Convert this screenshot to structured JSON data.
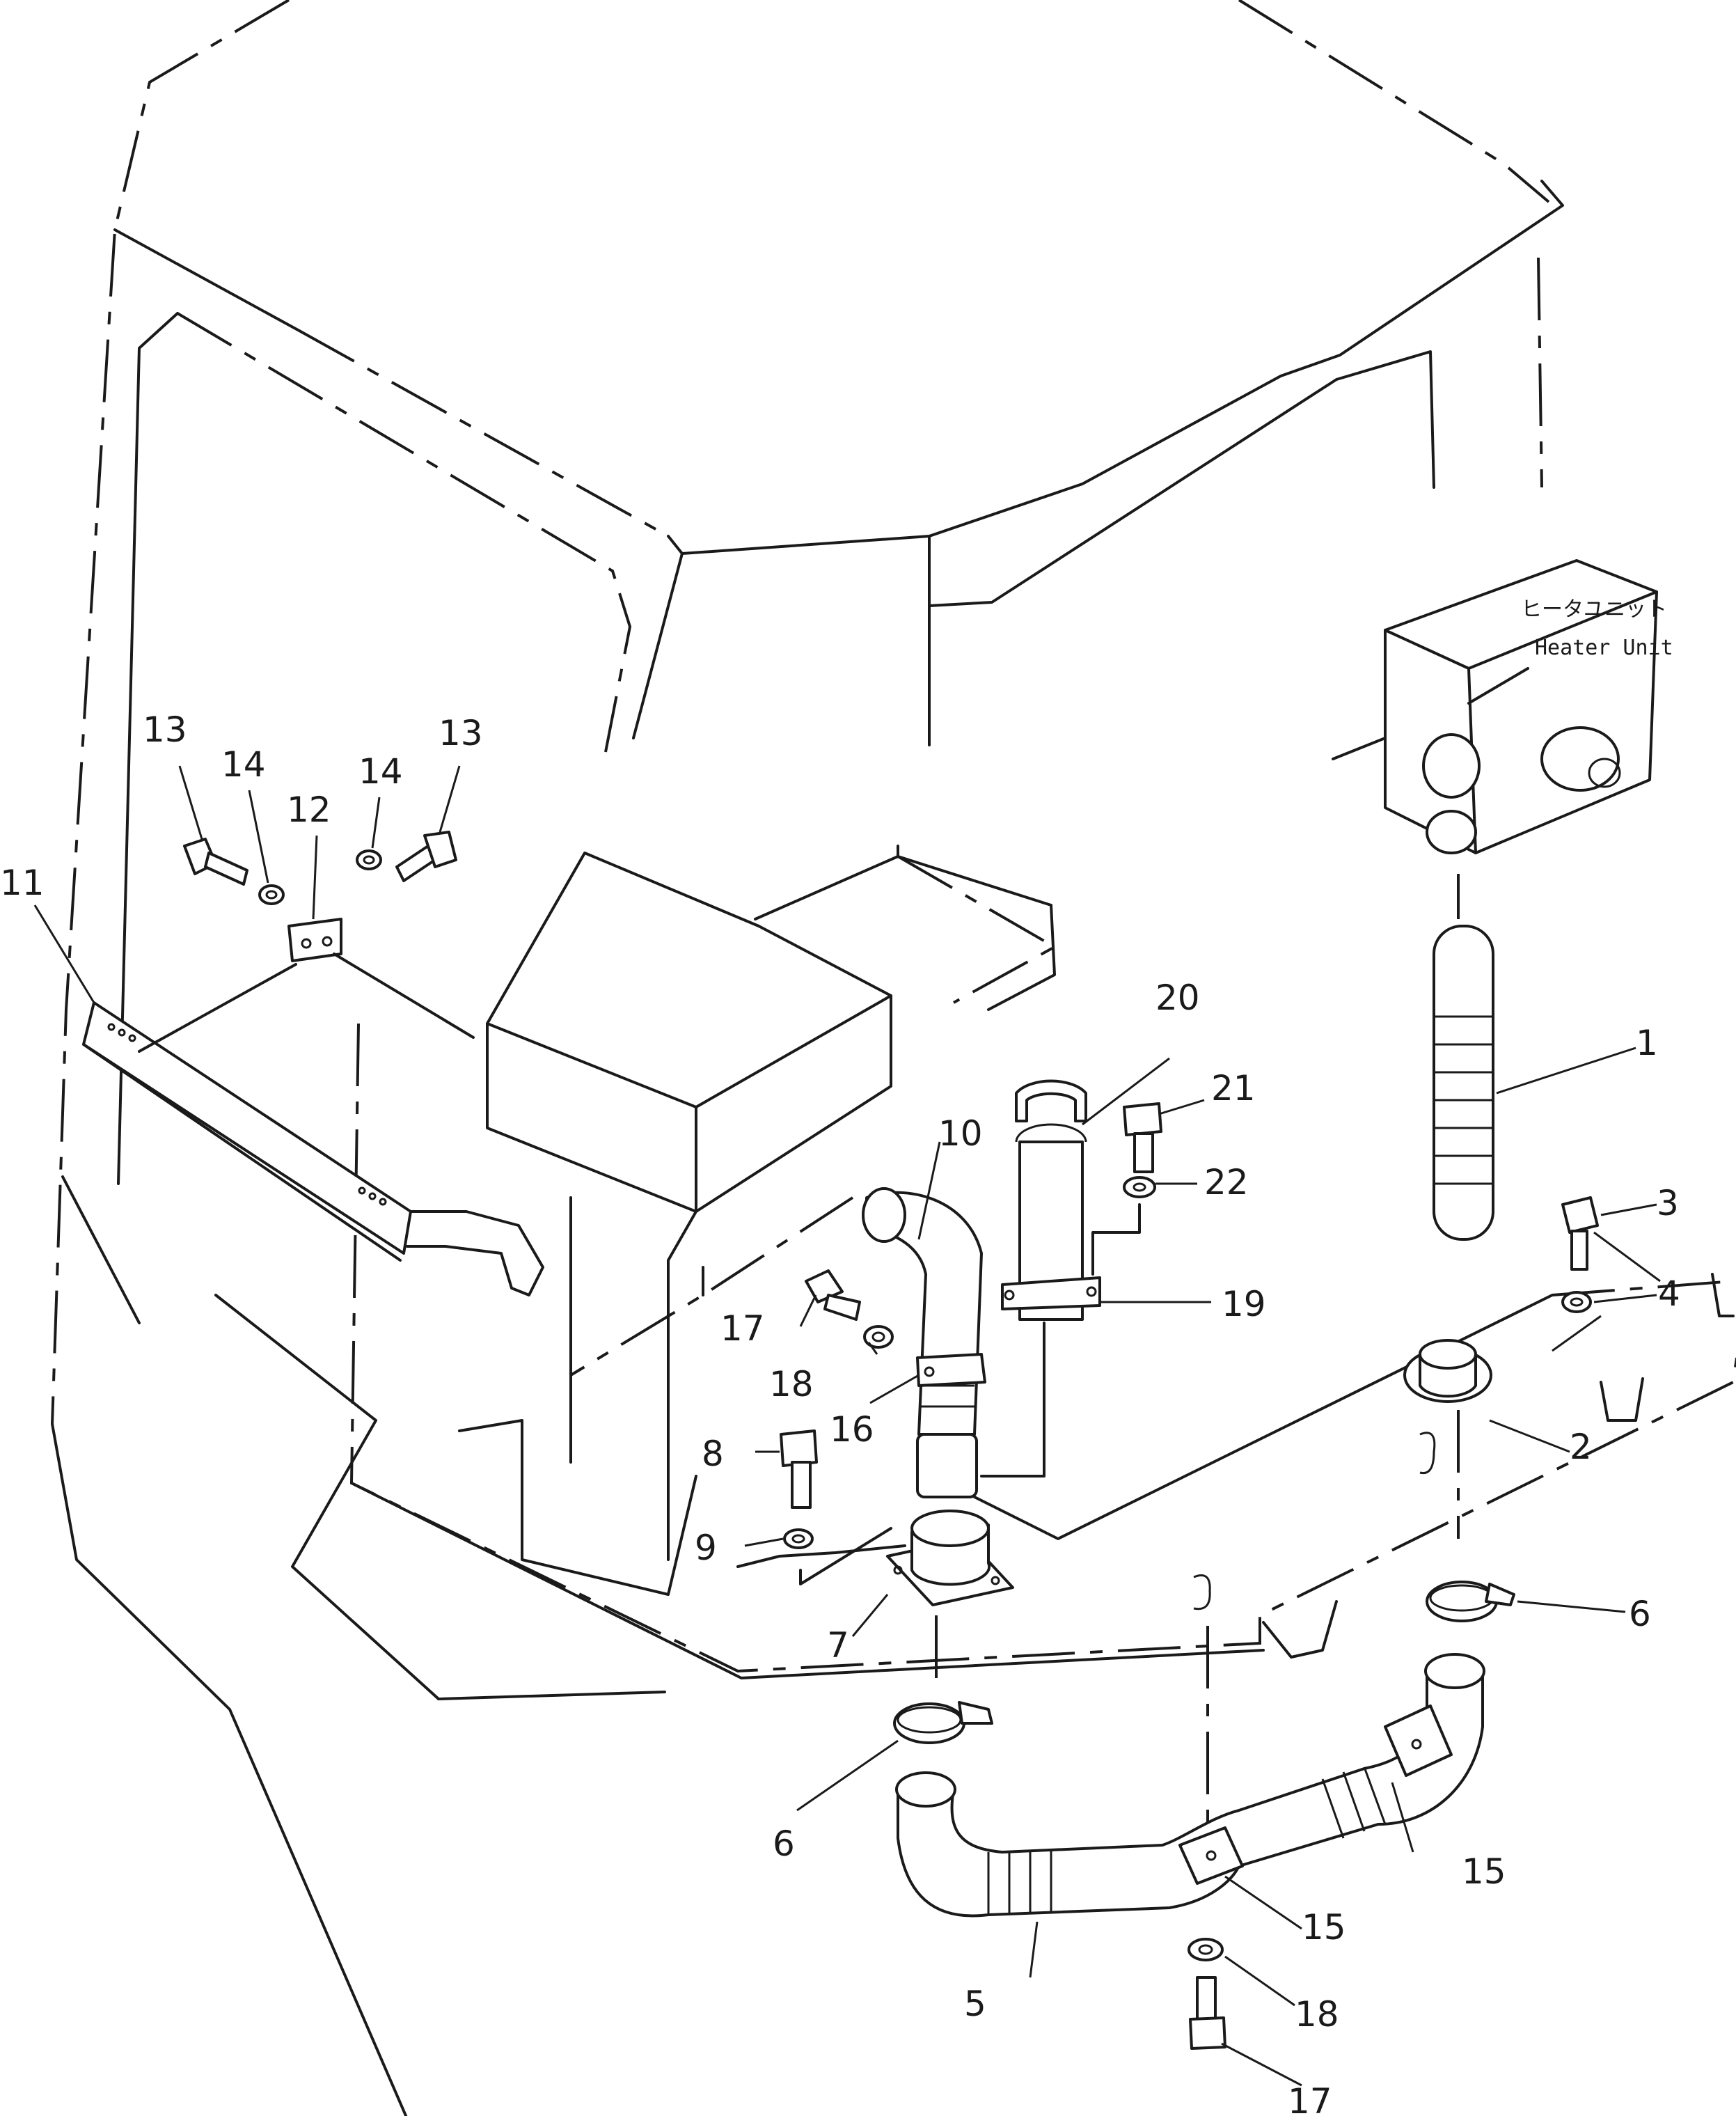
{
  "heater_unit": {
    "label_jp": "ヒータユニット",
    "label_en": "Heater Unit"
  },
  "callouts": [
    {
      "id": "c1",
      "text": "1"
    },
    {
      "id": "c2",
      "text": "2"
    },
    {
      "id": "c3",
      "text": "3"
    },
    {
      "id": "c4",
      "text": "4"
    },
    {
      "id": "c5",
      "text": "5"
    },
    {
      "id": "c6a",
      "text": "6"
    },
    {
      "id": "c6b",
      "text": "6"
    },
    {
      "id": "c7",
      "text": "7"
    },
    {
      "id": "c8",
      "text": "8"
    },
    {
      "id": "c9",
      "text": "9"
    },
    {
      "id": "c10",
      "text": "10"
    },
    {
      "id": "c11",
      "text": "11"
    },
    {
      "id": "c12",
      "text": "12"
    },
    {
      "id": "c13a",
      "text": "13"
    },
    {
      "id": "c13b",
      "text": "13"
    },
    {
      "id": "c14a",
      "text": "14"
    },
    {
      "id": "c14b",
      "text": "14"
    },
    {
      "id": "c15a",
      "text": "15"
    },
    {
      "id": "c15b",
      "text": "15"
    },
    {
      "id": "c16",
      "text": "16"
    },
    {
      "id": "c17a",
      "text": "17"
    },
    {
      "id": "c17b",
      "text": "17"
    },
    {
      "id": "c18a",
      "text": "18"
    },
    {
      "id": "c18b",
      "text": "18"
    },
    {
      "id": "c19",
      "text": "19"
    },
    {
      "id": "c20",
      "text": "20"
    },
    {
      "id": "c21",
      "text": "21"
    },
    {
      "id": "c22",
      "text": "22"
    }
  ]
}
